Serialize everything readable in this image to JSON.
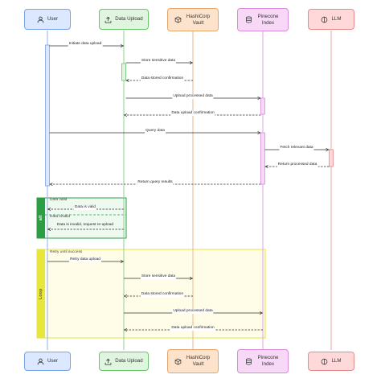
{
  "actors": [
    {
      "id": "user",
      "label": "User",
      "icon": "user-icon",
      "fill": "#dbe8ff",
      "border": "#7aa4e6",
      "line": "#8fb0e8"
    },
    {
      "id": "upload",
      "label": "Data Upload",
      "icon": "upload-icon",
      "fill": "#dff5df",
      "border": "#6cc46c",
      "line": "#8fd18f"
    },
    {
      "id": "vault",
      "label": "HashiCorp Vault",
      "icon": "cube-icon",
      "fill": "#fde3cc",
      "border": "#e6a56c",
      "line": "#ecb98d"
    },
    {
      "id": "pinecone",
      "label": "Pinecone Index",
      "icon": "database-icon",
      "fill": "#f7d9f7",
      "border": "#d98ad9",
      "line": "#e0a3e0"
    },
    {
      "id": "llm",
      "label": "LLM",
      "icon": "brain-icon",
      "fill": "#ffd9d9",
      "border": "#e68a8a",
      "line": "#eba3a3"
    }
  ],
  "messages": [
    {
      "label": "Initiate data upload",
      "from": "user",
      "to": "upload",
      "style": "solid"
    },
    {
      "label": "Store sensitive data",
      "from": "upload",
      "to": "vault",
      "style": "solid"
    },
    {
      "label": "Data stored confirmation",
      "from": "vault",
      "to": "upload",
      "style": "dashed"
    },
    {
      "label": "Upload processed data",
      "from": "upload",
      "to": "pinecone",
      "style": "solid"
    },
    {
      "label": "Data upload confirmation",
      "from": "pinecone",
      "to": "upload",
      "style": "dashed"
    },
    {
      "label": "Query data",
      "from": "user",
      "to": "pinecone",
      "style": "solid"
    },
    {
      "label": "Fetch relevant data",
      "from": "pinecone",
      "to": "llm",
      "style": "solid"
    },
    {
      "label": "Return processed data",
      "from": "llm",
      "to": "pinecone",
      "style": "dashed"
    },
    {
      "label": "Return query results",
      "from": "pinecone",
      "to": "user",
      "style": "dashed"
    },
    {
      "label": "Data is valid",
      "from": "upload",
      "to": "user",
      "style": "dashed"
    },
    {
      "label": "Data is invalid, request re-upload",
      "from": "upload",
      "to": "user",
      "style": "dashed"
    },
    {
      "label": "Retry data upload",
      "from": "user",
      "to": "upload",
      "style": "solid"
    },
    {
      "label": "Store sensitive data",
      "from": "upload",
      "to": "vault",
      "style": "solid"
    },
    {
      "label": "Data stored confirmation",
      "from": "vault",
      "to": "upload",
      "style": "dashed"
    },
    {
      "label": "Upload processed data",
      "from": "upload",
      "to": "pinecone",
      "style": "solid"
    },
    {
      "label": "Data upload confirmation",
      "from": "pinecone",
      "to": "upload",
      "style": "dashed"
    }
  ],
  "frames": {
    "alt": {
      "tag": "alt",
      "sections": [
        "Data valid",
        "Data invalid"
      ],
      "color": "#2e9e44",
      "fill": "#eefaf0"
    },
    "loop": {
      "tag": "Loop",
      "condition": "Retry until success",
      "color": "#e6e63c",
      "fill": "#fffde8"
    }
  }
}
